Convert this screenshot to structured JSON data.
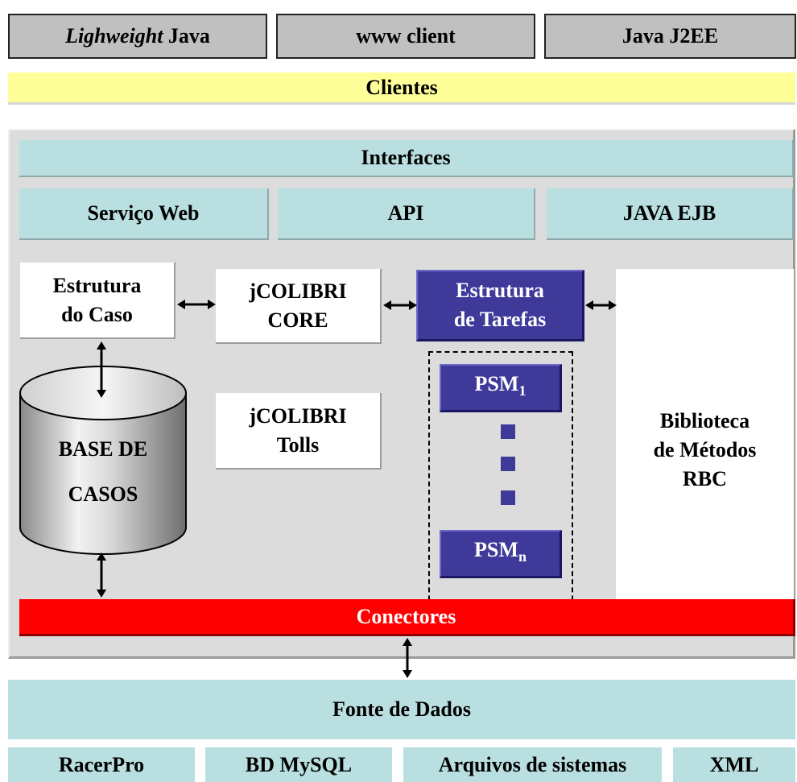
{
  "top_clients": {
    "lightweight_italic": "Lighweight",
    "lightweight_suffix": "Java",
    "www_client": "www client",
    "java_j2ee": "Java J2EE"
  },
  "clientes": "Clientes",
  "interfaces": {
    "title": "Interfaces",
    "servico_web": "Serviço Web",
    "api": "API",
    "java_ejb": "JAVA EJB"
  },
  "estrutura_caso": {
    "line1": "Estrutura",
    "line2": "do Caso"
  },
  "core": {
    "line1": "jCOLIBRI",
    "line2": "CORE"
  },
  "tarefas": {
    "line1": "Estrutura",
    "line2": "de Tarefas"
  },
  "biblioteca": {
    "line1": "Biblioteca",
    "line2": "de Métodos",
    "line3": "RBC"
  },
  "tools": {
    "line1": "jCOLIBRI",
    "line2": "Tolls"
  },
  "base_casos": {
    "line1": "BASE DE",
    "line2": "CASOS"
  },
  "psm": {
    "base": "PSM",
    "sub_first": "1",
    "sub_last": "n"
  },
  "conectores": "Conectores",
  "fonte_dados": "Fonte de Dados",
  "sources": {
    "racerpro": "RacerPro",
    "mysql": "BD MySQL",
    "arquivos": "Arquivos de sistemas",
    "xml": "XML"
  },
  "colors": {
    "grey": "#c0c0c0",
    "yellow": "#ffff99",
    "cyan": "#b9dfe0",
    "purple": "#3f3a9a",
    "red": "#ff0000"
  }
}
